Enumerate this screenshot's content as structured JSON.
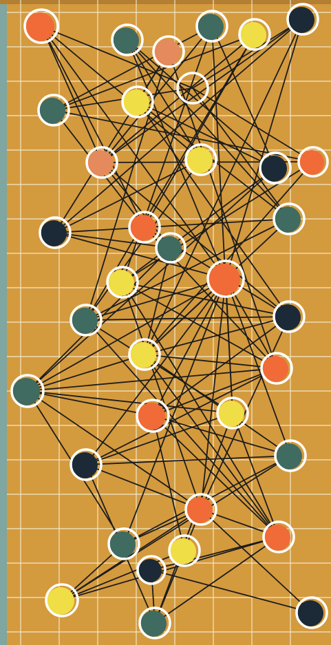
{
  "artwork": {
    "palette": {
      "board": "#d49a3e",
      "board_shadow": "#b27f33",
      "left_edge": "#7fa6a1",
      "grid": "#f2e7c7",
      "ring": "#ffffff",
      "line": "#1c1c1c",
      "orange": "#f06b38",
      "teal": "#3f6b60",
      "navy": "#1b2a36",
      "yellow": "#f0de46",
      "rose": "#e48a5c"
    },
    "nodes": [
      {
        "id": "n1",
        "fill": "orange"
      },
      {
        "id": "n2",
        "fill": "teal"
      },
      {
        "id": "n3",
        "fill": "rose"
      },
      {
        "id": "n4",
        "fill": "teal"
      },
      {
        "id": "n5",
        "fill": "yellow"
      },
      {
        "id": "n6",
        "fill": "navy"
      },
      {
        "id": "n7",
        "fill": "none"
      },
      {
        "id": "n8",
        "fill": "teal"
      },
      {
        "id": "n9",
        "fill": "yellow"
      },
      {
        "id": "n10",
        "fill": "rose"
      },
      {
        "id": "n11",
        "fill": "yellow"
      },
      {
        "id": "n12",
        "fill": "navy"
      },
      {
        "id": "n13",
        "fill": "orange"
      },
      {
        "id": "n14",
        "fill": "navy"
      },
      {
        "id": "n15",
        "fill": "orange"
      },
      {
        "id": "n16",
        "fill": "teal"
      },
      {
        "id": "n17",
        "fill": "teal"
      },
      {
        "id": "n18",
        "fill": "yellow"
      },
      {
        "id": "n19",
        "fill": "orange"
      },
      {
        "id": "n20",
        "fill": "teal"
      },
      {
        "id": "n21",
        "fill": "navy"
      },
      {
        "id": "n22",
        "fill": "yellow"
      },
      {
        "id": "n23",
        "fill": "orange"
      },
      {
        "id": "n24",
        "fill": "teal"
      },
      {
        "id": "n25",
        "fill": "orange"
      },
      {
        "id": "n26",
        "fill": "yellow"
      },
      {
        "id": "n27",
        "fill": "navy"
      },
      {
        "id": "n28",
        "fill": "teal"
      },
      {
        "id": "n29",
        "fill": "orange"
      },
      {
        "id": "n30",
        "fill": "orange"
      },
      {
        "id": "n31",
        "fill": "teal"
      },
      {
        "id": "n32",
        "fill": "yellow"
      },
      {
        "id": "n33",
        "fill": "navy"
      },
      {
        "id": "n34",
        "fill": "yellow"
      },
      {
        "id": "n35",
        "fill": "teal"
      },
      {
        "id": "n36",
        "fill": "navy"
      }
    ]
  }
}
